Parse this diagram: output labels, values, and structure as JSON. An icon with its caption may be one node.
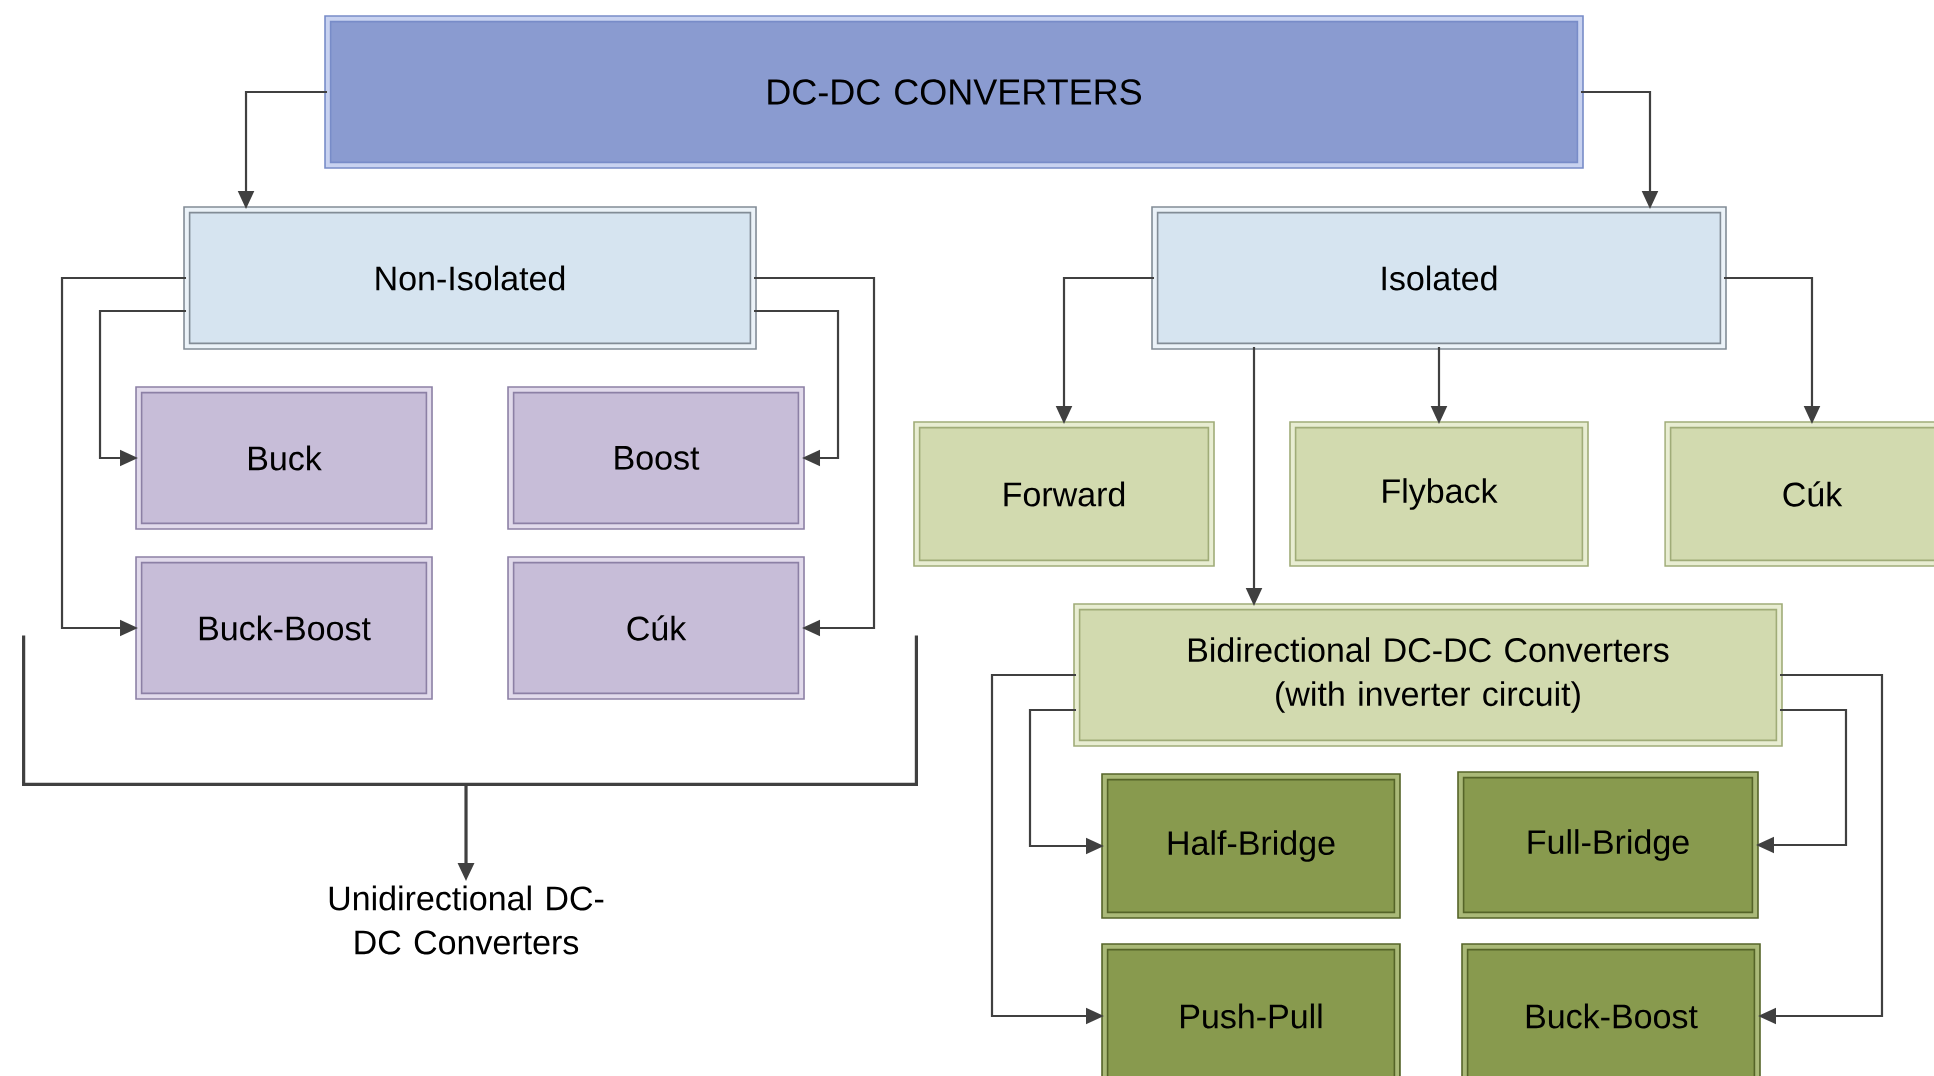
{
  "diagram": {
    "nodes": [
      {
        "text": [
          "DC-DC CONVERTERS"
        ]
      },
      {
        "text": [
          "Non-Isolated"
        ]
      },
      {
        "text": [
          "Buck"
        ]
      },
      {
        "text": [
          "Boost"
        ]
      },
      {
        "text": [
          "Buck-Boost"
        ]
      },
      {
        "text": [
          "Cúk"
        ]
      },
      {
        "text": [
          "Unidirectional DC-DC Converters"
        ]
      },
      {
        "text": [
          "Isolated"
        ]
      },
      {
        "text": [
          "Forward"
        ]
      },
      {
        "text": [
          "Flyback"
        ]
      },
      {
        "text": [
          "Cúk"
        ]
      },
      {
        "text": [
          "Bidirectional DC-DC Converters (with inverter circuit)"
        ]
      },
      {
        "text": [
          "Half-Bridge"
        ]
      },
      {
        "text": [
          "Full-Bridge"
        ]
      },
      {
        "text": [
          "Push-Pull"
        ]
      },
      {
        "text": [
          "Buck-Boost"
        ]
      },
      {
        "text": [],
        "shape": "bracket"
      }
    ],
    "edges": [
      {
        "from": 0,
        "to": 1,
        "arrow": "to"
      },
      {
        "from": 0,
        "to": 7,
        "arrow": "to"
      },
      {
        "from": 1,
        "to": 2,
        "arrow": "to"
      },
      {
        "from": 1,
        "to": 3,
        "arrow": "to"
      },
      {
        "from": 1,
        "to": 4,
        "arrow": "to"
      },
      {
        "from": 1,
        "to": 5,
        "arrow": "to"
      },
      {
        "from": 16,
        "to": 6,
        "arrow": "to"
      },
      {
        "from": 7,
        "to": 8,
        "arrow": "to"
      },
      {
        "from": 7,
        "to": 9,
        "arrow": "to"
      },
      {
        "from": 7,
        "to": 10,
        "arrow": "to"
      },
      {
        "from": 7,
        "to": 11,
        "arrow": "to"
      },
      {
        "from": 11,
        "to": 12,
        "arrow": "to"
      },
      {
        "from": 11,
        "to": 13,
        "arrow": "to"
      },
      {
        "from": 11,
        "to": 14,
        "arrow": "to"
      },
      {
        "from": 11,
        "to": 15,
        "arrow": "to"
      }
    ]
  }
}
